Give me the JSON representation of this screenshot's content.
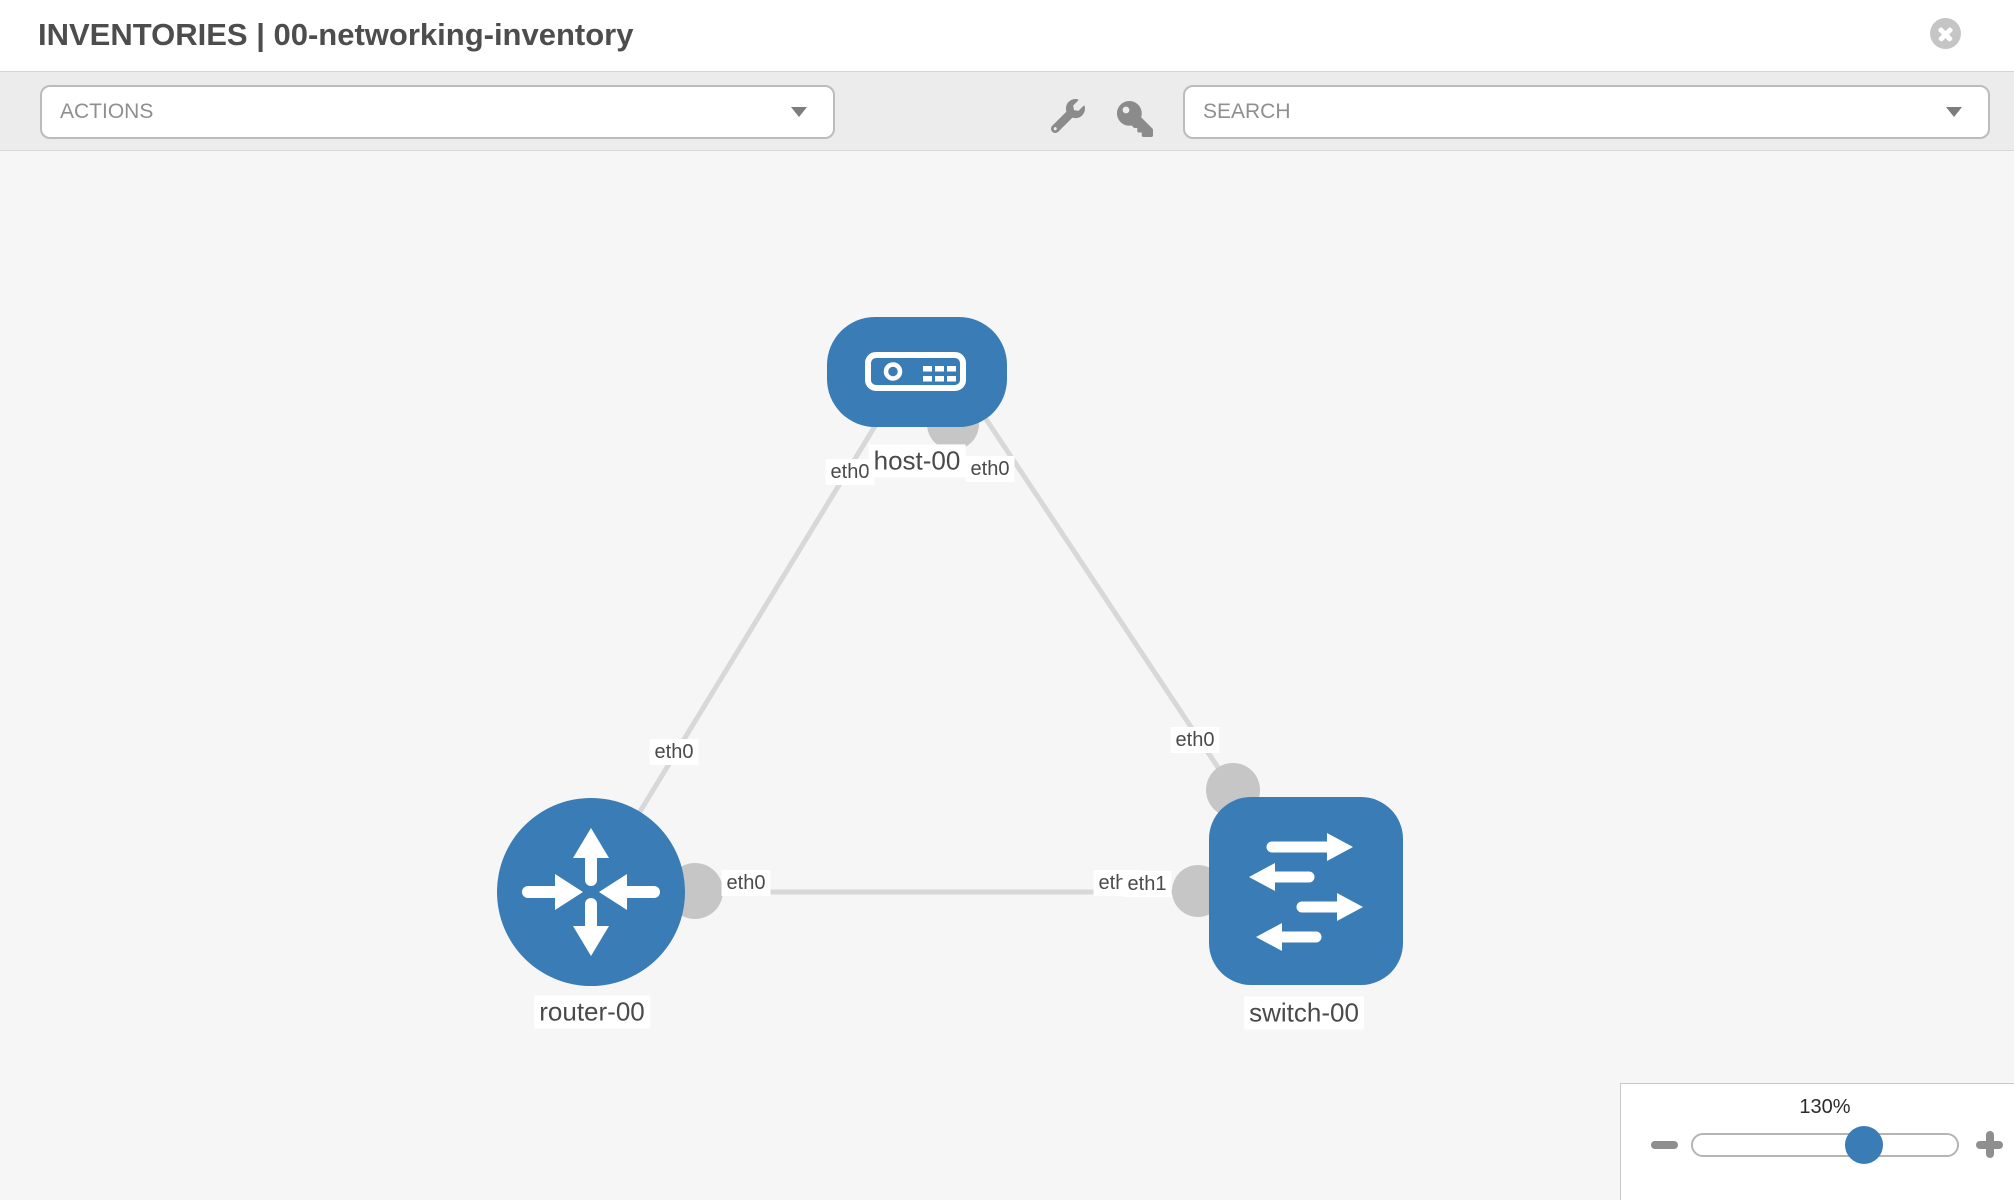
{
  "header": {
    "title": "INVENTORIES | 00-networking-inventory",
    "close_icon": "close-x-in-circle"
  },
  "toolbar": {
    "actions_dropdown": {
      "label": "ACTIONS"
    },
    "search_dropdown": {
      "placeholder": "SEARCH"
    },
    "wrench_icon": "wrench",
    "key_icon": "key"
  },
  "topology": {
    "nodes": [
      {
        "id": "host-00",
        "type": "host",
        "label": "host-00"
      },
      {
        "id": "router-00",
        "type": "router",
        "label": "router-00"
      },
      {
        "id": "switch-00",
        "type": "switch",
        "label": "switch-00"
      }
    ],
    "links": [
      {
        "from": "router-00",
        "to": "host-00",
        "from_interface": "eth0",
        "to_interface": "eth0"
      },
      {
        "from": "switch-00",
        "to": "host-00",
        "from_interface": "eth0",
        "to_interface": "eth0"
      },
      {
        "from": "router-00",
        "to": "switch-00",
        "from_interface": "eth0",
        "to_interface": "eth1"
      }
    ],
    "interface_labels": {
      "host_left": "eth0",
      "host_right": "eth0",
      "router_to_host": "eth0",
      "switch_to_host": "eth0",
      "router_to_switch": "eth0",
      "switch_to_router_back": "eth0",
      "switch_to_router_front": "eth1"
    }
  },
  "zoom_control": {
    "value": "130%",
    "minus_icon": "minus",
    "plus_icon": "plus"
  },
  "colors": {
    "node_fill": "#3a7cb6",
    "link": "#d8d8d8",
    "port": "#c6c6c6",
    "canvas_bg": "#f6f6f6",
    "toolbar_bg": "#ececec"
  }
}
